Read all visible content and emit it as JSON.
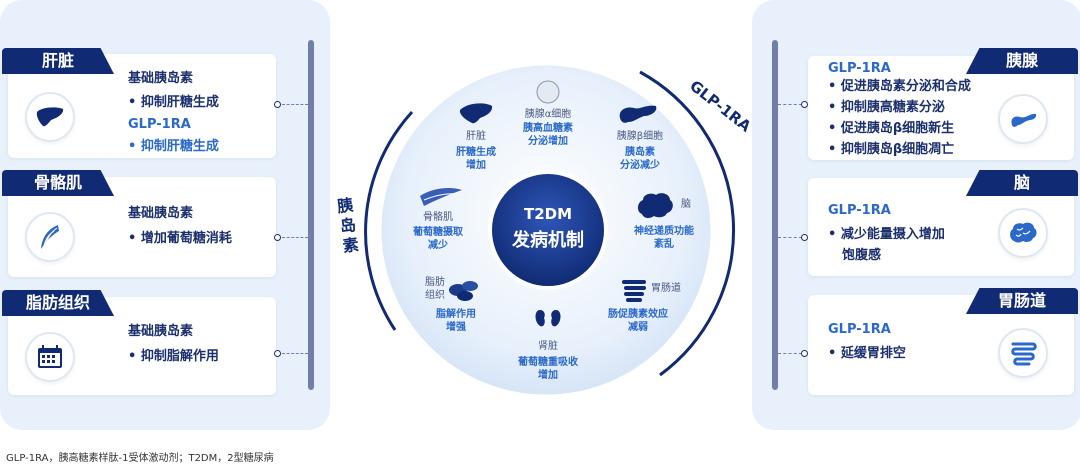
{
  "left": {
    "liver": {
      "tag": "肝脏",
      "l1": "基础胰岛素",
      "l2": "• 抑制肝糖生成",
      "l3": "GLP-1RA",
      "l4": "• 抑制肝糖生成"
    },
    "muscle": {
      "tag": "骨骼肌",
      "l1": "基础胰岛素",
      "l2": "• 增加葡萄糖消耗"
    },
    "fat": {
      "tag": "脂肪组织",
      "l1": "基础胰岛素",
      "l2": "• 抑制脂解作用"
    }
  },
  "right": {
    "pancreas": {
      "tag": "胰腺",
      "l1": "GLP-1RA",
      "l2": "• 促进胰岛素分泌和合成",
      "l3": "• 抑制胰高糖素分泌",
      "l4": "• 促进胰岛β细胞新生",
      "l5": "• 抑制胰岛β细胞凋亡"
    },
    "brain": {
      "tag": "脑",
      "l1": "GLP-1RA",
      "l2": "• 减少能量摄入增加",
      "l3": "饱腹感"
    },
    "gut": {
      "tag": "胃肠道",
      "l1": "GLP-1RA",
      "l2": "• 延缓胃排空"
    }
  },
  "center": {
    "title1": "T2DM",
    "title2": "发病机制",
    "arc_left": "胰岛素",
    "arc_right": "GLP-1RA",
    "organs": {
      "liver": {
        "name": "肝脏",
        "effect1": "肝糖生成",
        "effect2": "增加"
      },
      "alpha": {
        "name": "胰腺α细胞",
        "effect1": "胰高血糖素",
        "effect2": "分泌增加"
      },
      "beta": {
        "name": "胰腺β细胞",
        "effect1": "胰岛素",
        "effect2": "分泌减少"
      },
      "brain": {
        "name": "脑",
        "effect1": "神经递质功能",
        "effect2": "紊乱"
      },
      "gut": {
        "name": "胃肠道",
        "effect1": "肠促胰素效应",
        "effect2": "减弱"
      },
      "kidney": {
        "name": "肾脏",
        "effect1": "葡萄糖重吸收",
        "effect2": "增加"
      },
      "fat": {
        "name1": "脂肪",
        "name2": "组织",
        "effect1": "脂解作用",
        "effect2": "增强"
      },
      "muscle": {
        "name": "骨骼肌",
        "effect1": "葡萄糖摄取",
        "effect2": "减少"
      }
    }
  },
  "footnote": "GLP-1RA，胰高糖素样肽-1受体激动剂；T2DM，2型糖尿病",
  "colors": {
    "navy": "#102a73",
    "blue": "#2a69c9",
    "panel": "#e8f1fb"
  }
}
